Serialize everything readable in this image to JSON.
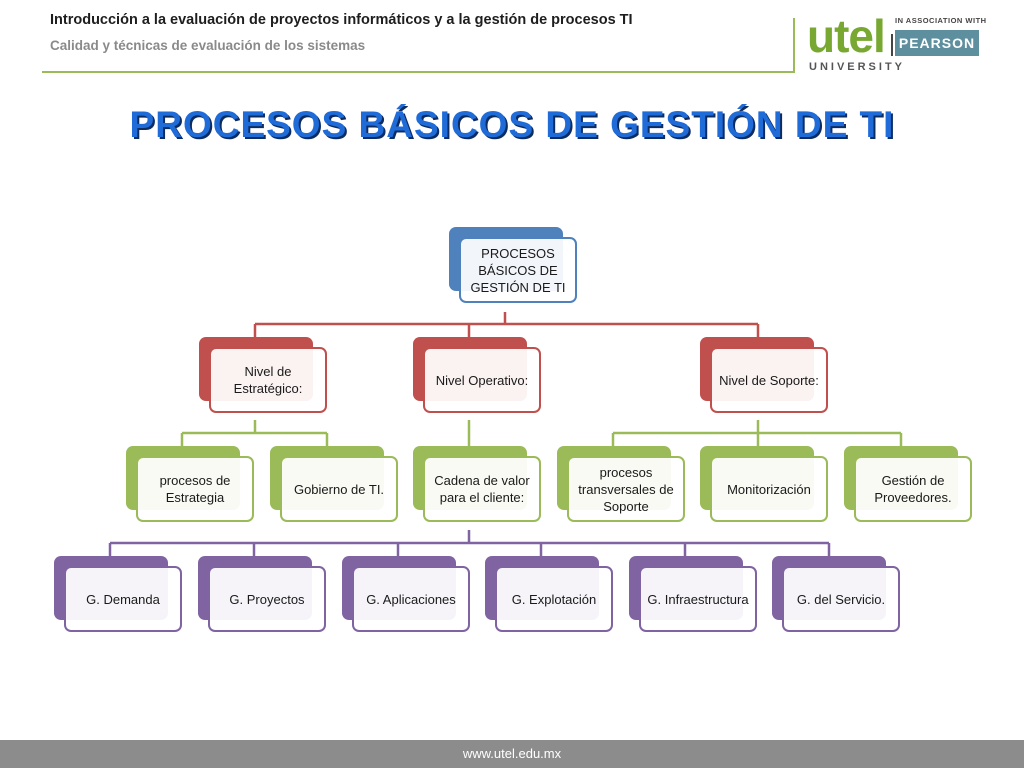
{
  "header": {
    "title": "Introducción  a la evaluación de proyectos informáticos y a la gestión de procesos TI",
    "subtitle": "Calidad y técnicas de evaluación de los sistemas"
  },
  "logo": {
    "word": "utel",
    "university": "UNIVERSITY",
    "association": "IN ASSOCIATION WITH",
    "partner": "PEARSON"
  },
  "main_title": "PROCESOS BÁSICOS DE GESTIÓN DE TI",
  "diagram": {
    "root": "PROCESOS BÁSICOS DE GESTIÓN DE TI",
    "levels": {
      "estrategico": "Nivel de Estratégico:",
      "operativo": "Nivel Operativo:",
      "soporte": "Nivel de Soporte:"
    },
    "groups": {
      "estrategia": "procesos de Estrategia",
      "gobierno": "Gobierno de TI.",
      "cadena": "Cadena de valor para el cliente:",
      "transversales": "procesos transversales de Soporte",
      "monitorizacion": "Monitorización",
      "proveedores": "Gestión de Proveedores."
    },
    "leaves": {
      "demanda": "G. Demanda",
      "proyectos": "G. Proyectos",
      "aplicaciones": "G. Aplicaciones",
      "explotacion": "G. Explotación",
      "infraestructura": "G. Infraestructura",
      "servicio": "G. del Servicio."
    },
    "colors": {
      "root": "#4f81bd",
      "level": "#c0504d",
      "group": "#9bbb59",
      "leaf": "#8064a2"
    }
  },
  "footer": {
    "url": "www.utel.edu.mx"
  }
}
